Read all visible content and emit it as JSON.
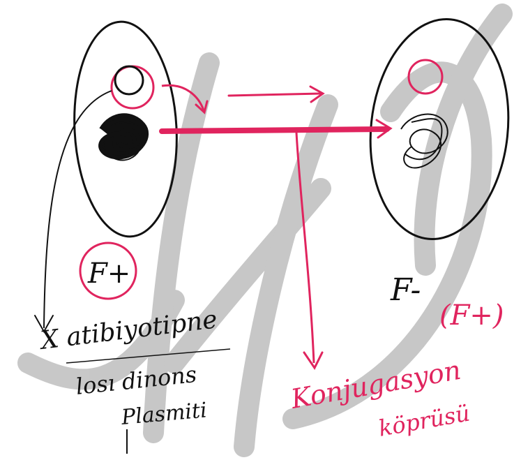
{
  "colors": {
    "ink": "#111111",
    "accent": "#e0245e",
    "watermark": "#9a9a9a"
  },
  "labels": {
    "donor_cell": "F+",
    "recipient_cell": "F-",
    "recipient_result": "(F+)",
    "left_note_line1": "X atibiyotipne",
    "left_note_line2": "losı dinons",
    "left_note_line3": "Plasmiti",
    "bridge_note_line1": "Konjugasyon",
    "bridge_note_line2": "köprüsü"
  }
}
